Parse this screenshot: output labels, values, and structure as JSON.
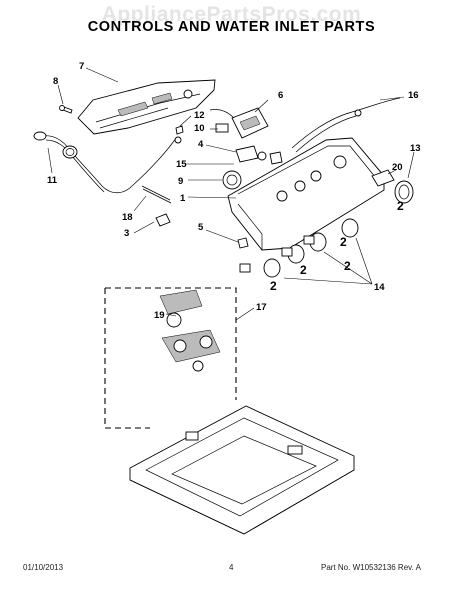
{
  "watermark": "AppliancePartsPros.com",
  "title": "CONTROLS AND WATER INLET PARTS",
  "footer": {
    "date": "01/10/2013",
    "page": "4",
    "part": "Part No. W10532136  Rev. A"
  },
  "callouts": {
    "c1": "1",
    "c2a": "2",
    "c2b": "2",
    "c2c": "2",
    "c2d": "2",
    "c2e": "2",
    "c3": "3",
    "c4": "4",
    "c5": "5",
    "c6": "6",
    "c7": "7",
    "c8": "8",
    "c9": "9",
    "c10": "10",
    "c11": "11",
    "c12": "12",
    "c13": "13",
    "c14": "14",
    "c15": "15",
    "c16": "16",
    "c17": "17",
    "c18": "18",
    "c19": "19",
    "c20": "20"
  }
}
